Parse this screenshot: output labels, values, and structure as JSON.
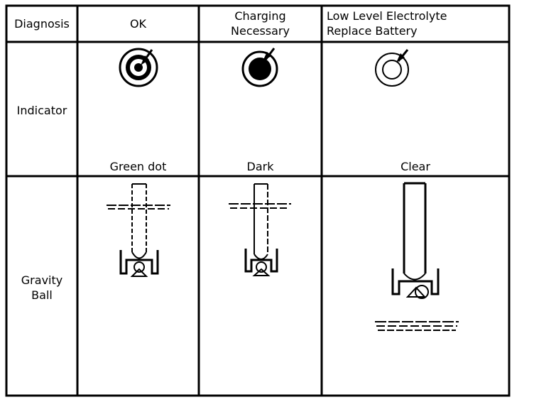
{
  "table": {
    "row_headers": {
      "diagnosis": "Diagnosis",
      "indicator": "Indicator",
      "gravity_ball": [
        "Gravity",
        "Ball"
      ]
    },
    "columns": [
      {
        "diagnosis": [
          "OK"
        ],
        "indicator_caption": "Green dot"
      },
      {
        "diagnosis": [
          "Charging",
          "Necessary"
        ],
        "indicator_caption": "Dark"
      },
      {
        "diagnosis": [
          "Low Level Electrolyte",
          "Replace Battery"
        ],
        "indicator_caption": "Clear"
      }
    ]
  }
}
